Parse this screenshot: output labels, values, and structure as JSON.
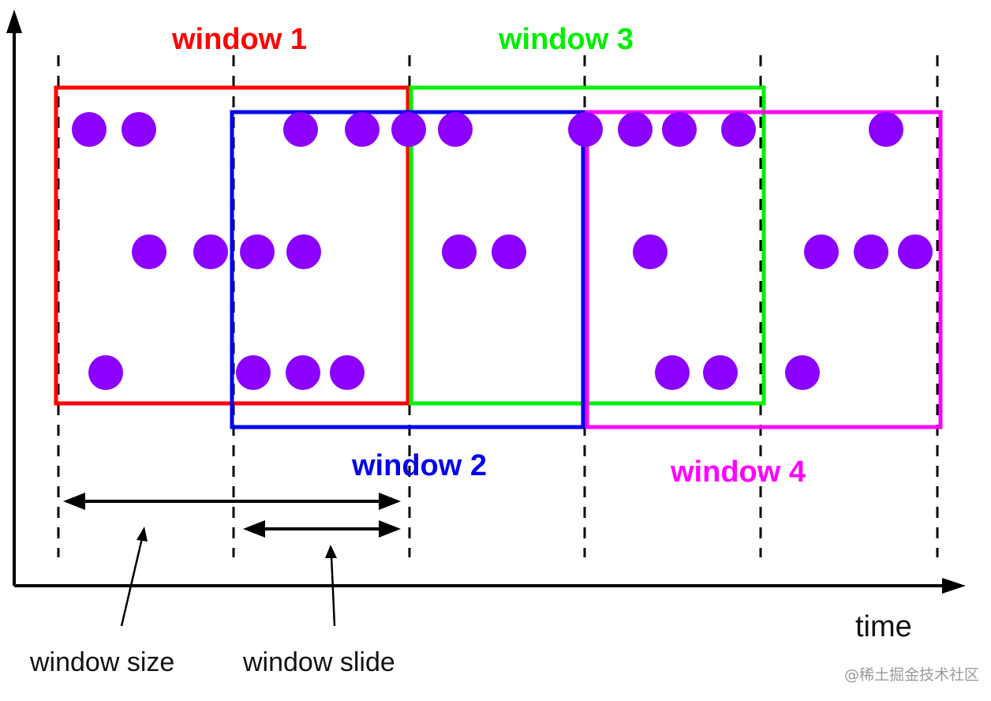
{
  "windows": [
    {
      "label": "window 1",
      "color": "#ff0000"
    },
    {
      "label": "window 2",
      "color": "#0000ee"
    },
    {
      "label": "window 3",
      "color": "#00ee00"
    },
    {
      "label": "window 4",
      "color": "#ff00ff"
    }
  ],
  "axis": {
    "x_label": "time"
  },
  "annotations": {
    "window_size": "window size",
    "window_slide": "window slide"
  },
  "event_color": "#8b00ff",
  "watermark": "@稀土掘金技术社区"
}
